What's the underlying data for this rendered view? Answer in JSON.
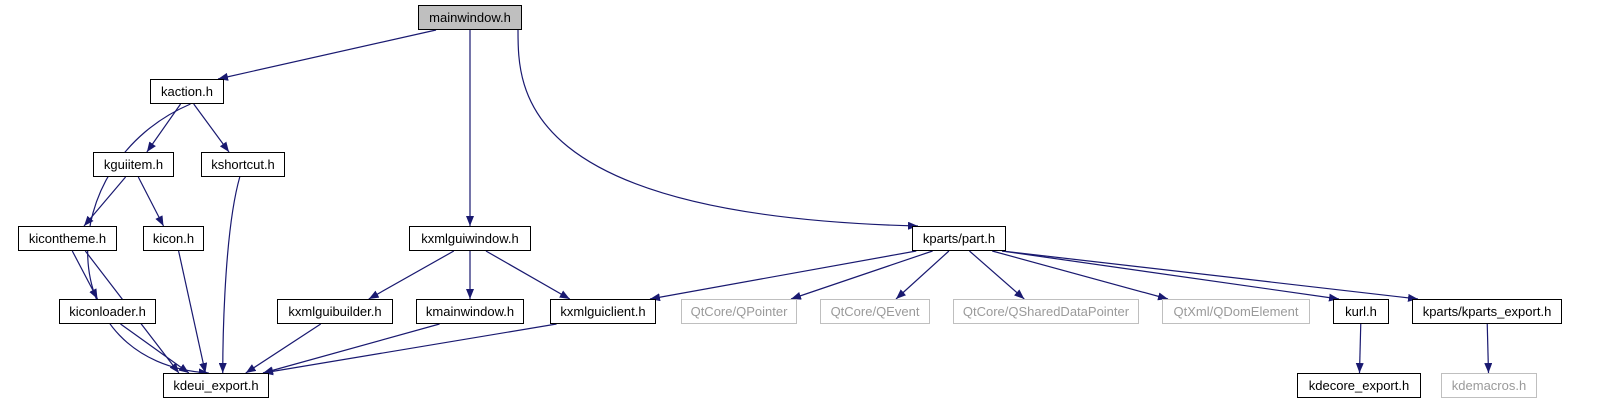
{
  "graph": {
    "edge_color": "#191970",
    "nodes": [
      {
        "id": "mainwindow",
        "label": "mainwindow.h",
        "kind": "root"
      },
      {
        "id": "kaction",
        "label": "kaction.h",
        "kind": "doc"
      },
      {
        "id": "kguiitem",
        "label": "kguiitem.h",
        "kind": "doc"
      },
      {
        "id": "kshortcut",
        "label": "kshortcut.h",
        "kind": "doc"
      },
      {
        "id": "kicontheme",
        "label": "kicontheme.h",
        "kind": "doc"
      },
      {
        "id": "kicon",
        "label": "kicon.h",
        "kind": "doc"
      },
      {
        "id": "kiconloader",
        "label": "kiconloader.h",
        "kind": "doc"
      },
      {
        "id": "kdeui_export",
        "label": "kdeui_export.h",
        "kind": "doc"
      },
      {
        "id": "kxmlguiwindow",
        "label": "kxmlguiwindow.h",
        "kind": "doc"
      },
      {
        "id": "kxmlguibuilder",
        "label": "kxmlguibuilder.h",
        "kind": "doc"
      },
      {
        "id": "kmainwindow",
        "label": "kmainwindow.h",
        "kind": "doc"
      },
      {
        "id": "kxmlguiclient",
        "label": "kxmlguiclient.h",
        "kind": "doc"
      },
      {
        "id": "part",
        "label": "kparts/part.h",
        "kind": "doc"
      },
      {
        "id": "qpointer",
        "label": "QtCore/QPointer",
        "kind": "ext"
      },
      {
        "id": "qevent",
        "label": "QtCore/QEvent",
        "kind": "ext"
      },
      {
        "id": "qshareddatapointer",
        "label": "QtCore/QSharedDataPointer",
        "kind": "ext"
      },
      {
        "id": "qdomelement",
        "label": "QtXml/QDomElement",
        "kind": "ext"
      },
      {
        "id": "kurl",
        "label": "kurl.h",
        "kind": "doc"
      },
      {
        "id": "kparts_export",
        "label": "kparts/kparts_export.h",
        "kind": "doc"
      },
      {
        "id": "kdecore_export",
        "label": "kdecore_export.h",
        "kind": "doc"
      },
      {
        "id": "kdemacros",
        "label": "kdemacros.h",
        "kind": "ext"
      }
    ],
    "edges": [
      [
        "mainwindow",
        "kaction"
      ],
      [
        "mainwindow",
        "kxmlguiwindow"
      ],
      [
        "mainwindow",
        "part"
      ],
      [
        "kaction",
        "kguiitem"
      ],
      [
        "kaction",
        "kshortcut"
      ],
      [
        "kaction",
        "kdeui_export"
      ],
      [
        "kguiitem",
        "kicontheme"
      ],
      [
        "kguiitem",
        "kicon"
      ],
      [
        "kicontheme",
        "kiconloader"
      ],
      [
        "kicontheme",
        "kdeui_export"
      ],
      [
        "kiconloader",
        "kdeui_export"
      ],
      [
        "kicon",
        "kdeui_export"
      ],
      [
        "kshortcut",
        "kdeui_export"
      ],
      [
        "kxmlguiwindow",
        "kxmlguibuilder"
      ],
      [
        "kxmlguiwindow",
        "kmainwindow"
      ],
      [
        "kxmlguiwindow",
        "kxmlguiclient"
      ],
      [
        "kxmlguibuilder",
        "kdeui_export"
      ],
      [
        "kmainwindow",
        "kdeui_export"
      ],
      [
        "kxmlguiclient",
        "kdeui_export"
      ],
      [
        "part",
        "kxmlguiclient"
      ],
      [
        "part",
        "qpointer"
      ],
      [
        "part",
        "qevent"
      ],
      [
        "part",
        "qshareddatapointer"
      ],
      [
        "part",
        "qdomelement"
      ],
      [
        "part",
        "kurl"
      ],
      [
        "part",
        "kparts_export"
      ],
      [
        "kurl",
        "kdecore_export"
      ],
      [
        "kparts_export",
        "kdemacros"
      ]
    ]
  }
}
